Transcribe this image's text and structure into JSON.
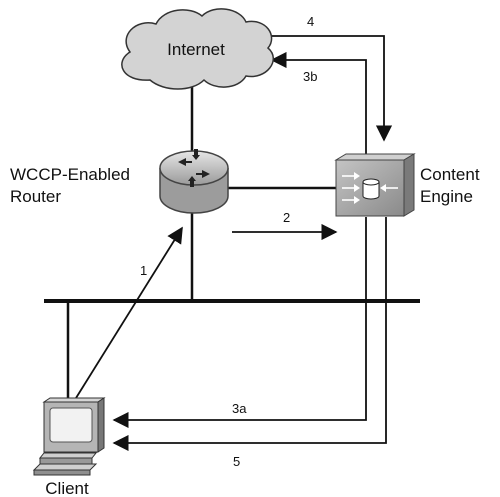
{
  "nodes": {
    "internet": {
      "label": "Internet"
    },
    "router": {
      "label_line1": "WCCP-Enabled",
      "label_line2": "Router"
    },
    "content_engine": {
      "label_line1": "Content",
      "label_line2": "Engine"
    },
    "client": {
      "label": "Client"
    }
  },
  "steps": {
    "s1": "1",
    "s2": "2",
    "s3a": "3a",
    "s3b": "3b",
    "s4": "4",
    "s5": "5"
  },
  "colors": {
    "line": "#111111",
    "cloud_fill": "#d3d3d3",
    "router_fill": "#c8c8c8",
    "engine_fill": "#a9a9a9",
    "client_fill": "#b5b5b5"
  }
}
